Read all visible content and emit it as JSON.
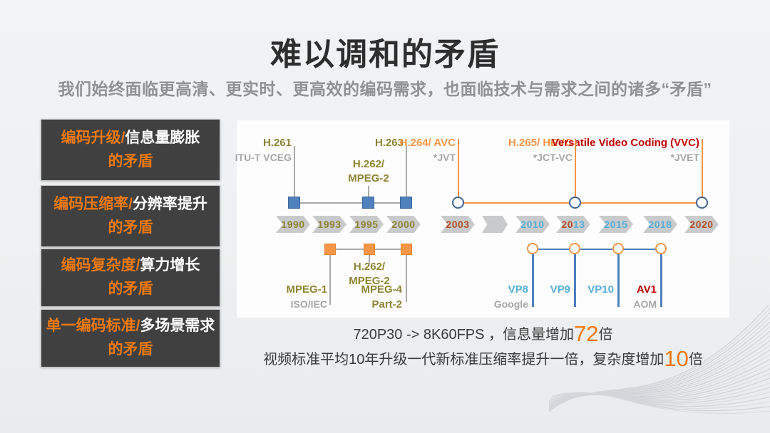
{
  "slide": {
    "title": "难以调和的矛盾",
    "subtitle": "我们始终面临更高清、更实时、更高效的编码需求，也面临技术与需求之间的诸多“矛盾”"
  },
  "boxes": [
    {
      "highlight": "编码升级/",
      "rest": "信息量膨胀",
      "suffix": "的矛盾"
    },
    {
      "highlight": "编码压缩率/",
      "rest": "分辨率提升",
      "suffix": "的矛盾"
    },
    {
      "highlight": "编码复杂度/",
      "rest": "算力增长",
      "suffix": "的矛盾"
    },
    {
      "highlight": "单一编码标准/",
      "rest": "多场景需求",
      "suffix": "的矛盾"
    }
  ],
  "timeline": {
    "years": {
      "y1990": "1990",
      "y1993": "1993",
      "y1995": "1995",
      "y2000": "2000",
      "y2003": "2003",
      "y2010": "2010",
      "y2013a": "20",
      "y2013b": "13",
      "y2015": "2015",
      "y2018": "2018",
      "y2020": "2020"
    },
    "itu_track": {
      "h261": {
        "name": "H.261",
        "org": "ITU-T VCEG"
      },
      "h262": {
        "line1": "H.262/",
        "line2": "MPEG-2"
      },
      "h263": {
        "name": "H.263"
      },
      "h264": {
        "name": "H.264/ AVC",
        "org": "*JVT"
      },
      "h265": {
        "name": "H.265/ HEVC",
        "org": "*JCT-VC"
      },
      "vvc": {
        "name": "Versatile Video Coding (VVC)",
        "org": "*JVET"
      }
    },
    "mpeg_track": {
      "mpeg1": {
        "name": "MPEG-1",
        "org": "ISO/IEC"
      },
      "h262": {
        "line1": "H.262/",
        "line2": "MPEG-2"
      },
      "mpeg4": {
        "line1": "MPEG-4",
        "line2": "Part-2"
      }
    },
    "aom_track": {
      "vp8": {
        "name": "VP8",
        "org": "Google"
      },
      "vp9": {
        "name": "VP9"
      },
      "vp10": {
        "name": "VP10"
      },
      "av1": {
        "name": "AV1",
        "org": "AOM"
      }
    }
  },
  "footnotes": {
    "line1": {
      "pre": "720P30 -> 8K60FPS ，信息量增加",
      "big": "72",
      "post": "倍"
    },
    "line2": {
      "pre": "视频标准平均10年升级一代新标准压缩率提升一倍，复杂度增加",
      "big": "10",
      "post": "倍"
    }
  },
  "colors": {
    "accent_orange": "#F0790F",
    "node_orange": "#F79646",
    "node_blue": "#4F81BD",
    "olive_year": "#8E8433",
    "brick_year": "#B0502A",
    "light_blue": "#55AED8",
    "red": "#C00000",
    "gray_label": "#A6A6A6",
    "box_bg": "#404040"
  }
}
